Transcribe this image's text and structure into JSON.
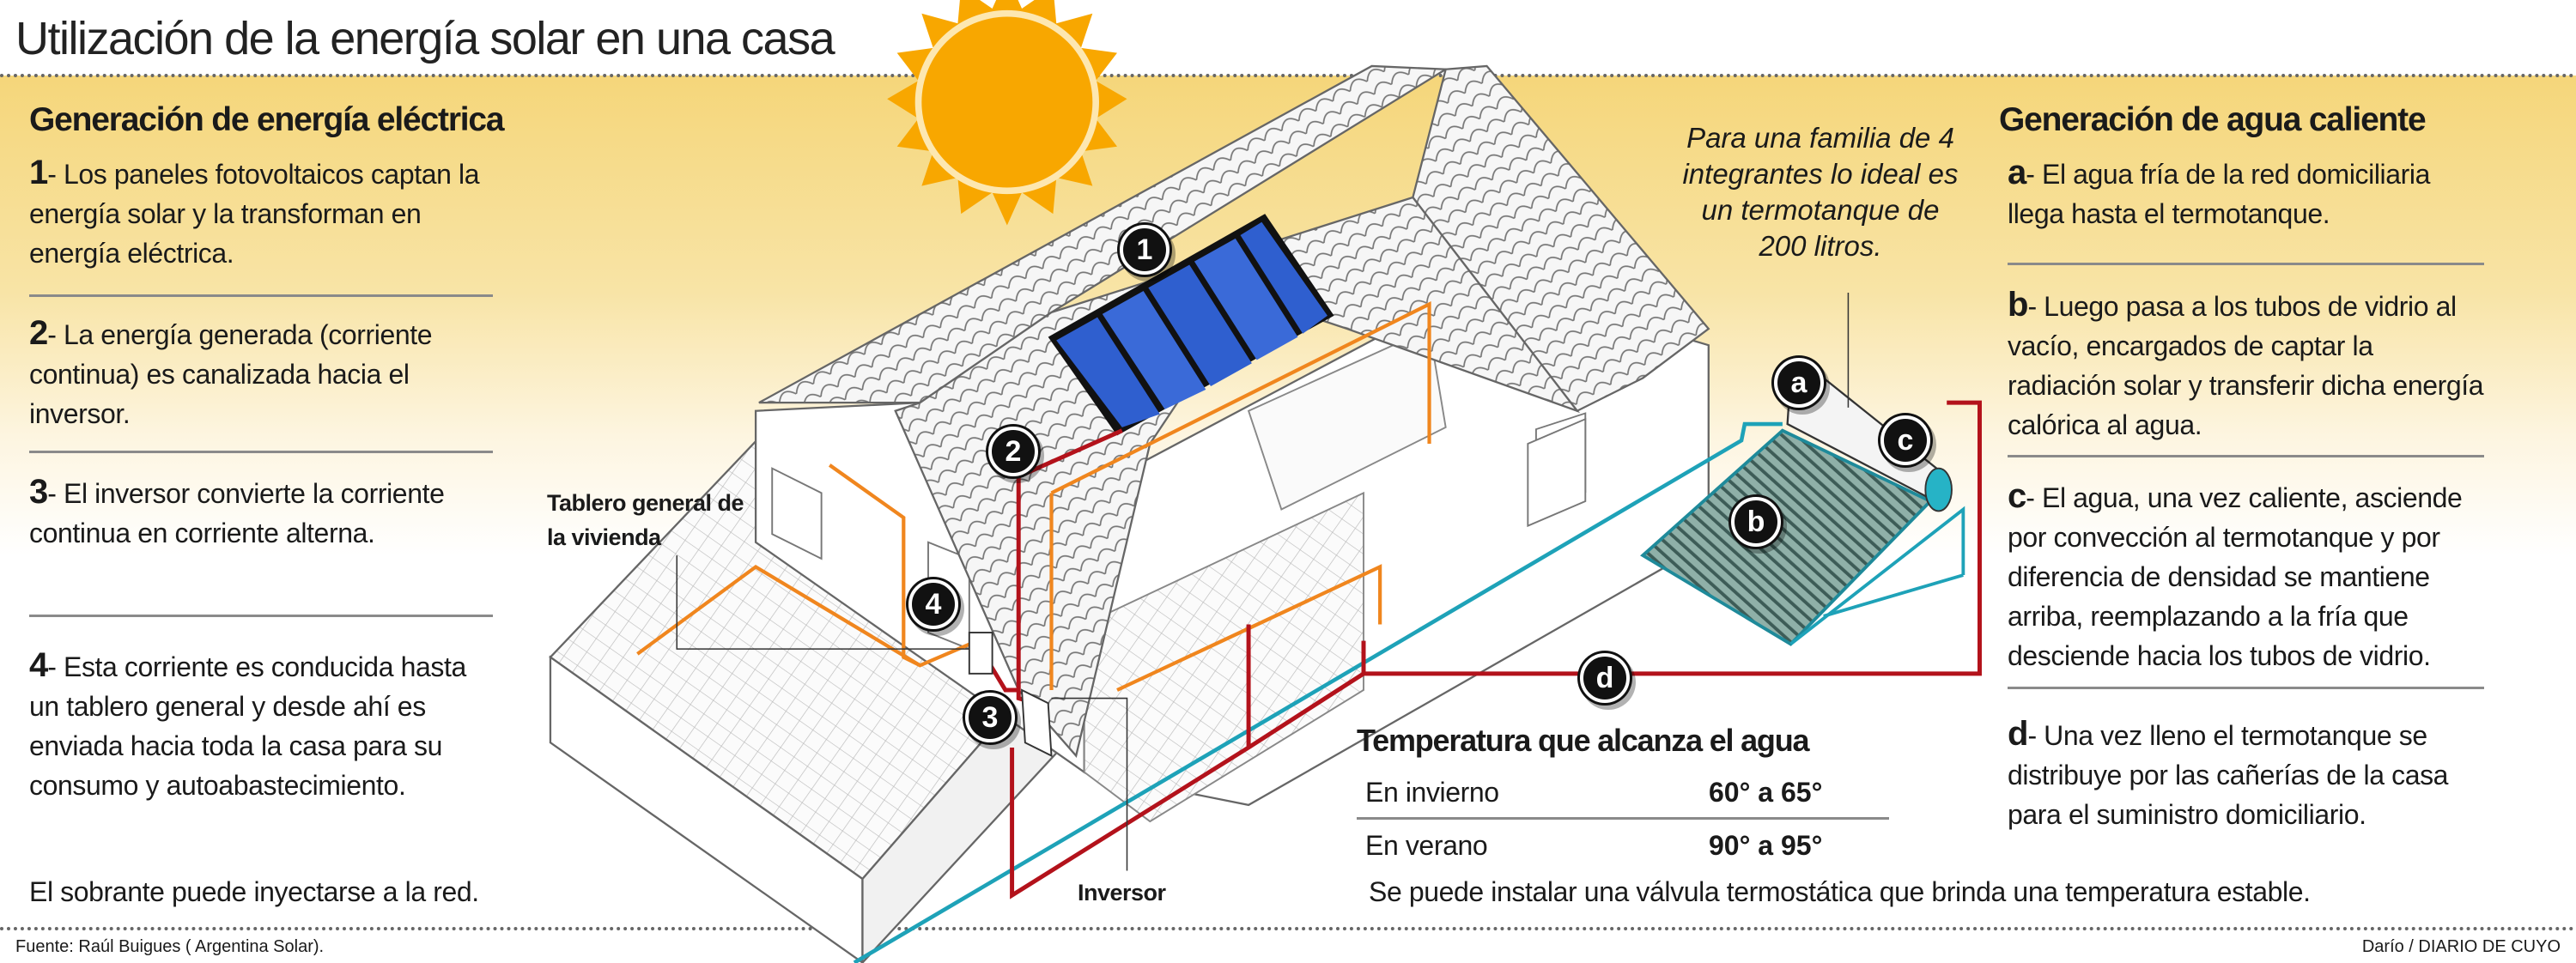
{
  "title": "Utilización de la energía solar en una casa",
  "left": {
    "heading": "Generación de energía eléctrica",
    "items": [
      {
        "num": "1",
        "text": "- Los paneles fotovoltaicos captan la energía solar y la transforman en energía eléctrica."
      },
      {
        "num": "2",
        "text": "- La energía generada (corriente continua) es canalizada hacia el inversor."
      },
      {
        "num": "3",
        "text": "- El inversor convierte la corriente continua en corriente alterna."
      },
      {
        "num": "4",
        "text": "- Esta corriente es conducida hasta un tablero general y desde ahí es enviada hacia toda la casa para su consumo y autoabastecimiento."
      }
    ],
    "note": "El sobrante puede inyectarse a la red."
  },
  "right": {
    "heading": "Generación de agua caliente",
    "items": [
      {
        "letter": "a",
        "text": "- El agua fría de la red domiciliaria llega hasta el termotanque."
      },
      {
        "letter": "b",
        "text": "- Luego pasa a los tubos de vidrio al vacío, encargados de captar la radiación solar y transferir dicha energía calórica al agua."
      },
      {
        "letter": "c",
        "text": "- El agua, una vez caliente, asciende por convección al termotanque y por diferencia de densidad se mantiene arriba, reemplazando a la fría que desciende hacia los tubos de vidrio."
      },
      {
        "letter": "d",
        "text": "- Una vez lleno el termotanque se distribuye por las cañerías de la casa para el suministro domiciliario."
      }
    ]
  },
  "quote": "Para una familia de 4 integrantes lo ideal es un termotanque de 200 litros.",
  "labels": {
    "tablero": "Tablero general de la vivienda",
    "inversor": "Inversor"
  },
  "markers": [
    "1",
    "2",
    "3",
    "4",
    "a",
    "b",
    "c",
    "d"
  ],
  "temperature": {
    "heading": "Temperatura que alcanza el agua",
    "rows": [
      {
        "season": "En invierno",
        "range": "60° a 65°"
      },
      {
        "season": "En verano",
        "range": "90° a 95°"
      }
    ],
    "note": "Se puede instalar una válvula termostática que brinda una temperatura estable."
  },
  "footer": {
    "source": "Fuente: Raúl Buigues ( Argentina Solar).",
    "credit": "Darío / DIARIO DE CUYO"
  },
  "colors": {
    "band": "#f5d67a",
    "sun": "#f8a700",
    "electric_line": "#f0861e",
    "hot_pipe": "#b3121b",
    "cold_pipe": "#1ea2b8",
    "panel": "#2f5fcf"
  }
}
